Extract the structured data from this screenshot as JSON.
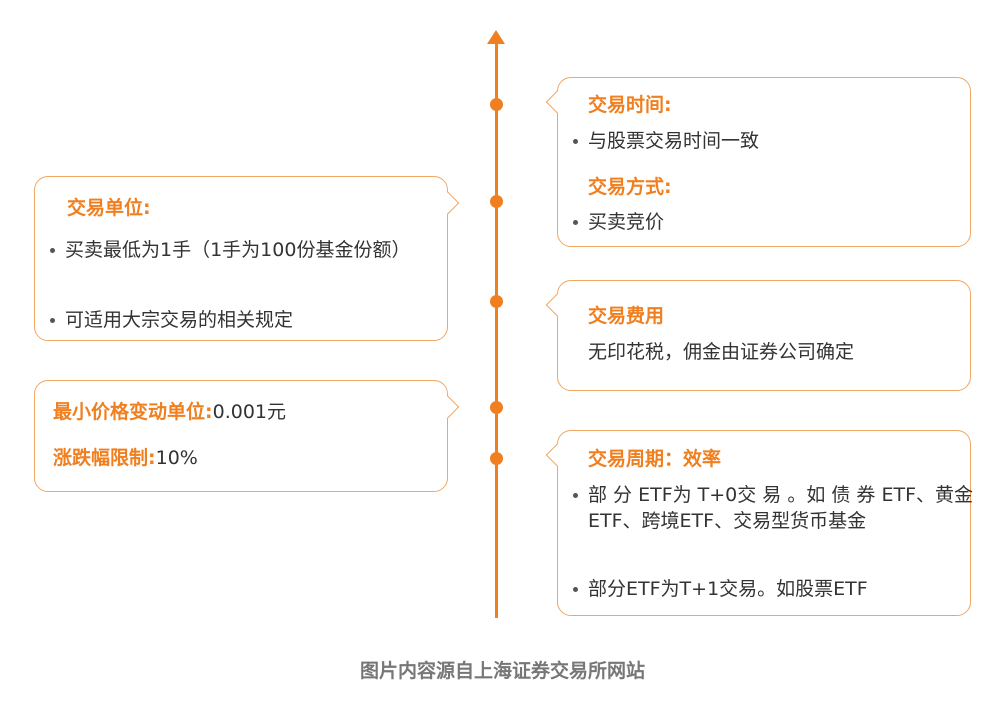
{
  "right_cards": {
    "time_heading": "交易时间:",
    "time_bullet": "与股票交易时间一致",
    "mode_heading": "交易方式:",
    "mode_bullet": "买卖竞价",
    "fee_heading": "交易费用",
    "fee_text": "无印花税，佣金由证券公司确定",
    "cycle_heading": "交易周期：效率",
    "cycle_bullet_1": "部 分 ETF为 T+0交 易 。如 债 券 ETF、黄金ETF、跨境ETF、交易型货币基金",
    "cycle_bullet_2": "部分ETF为T+1交易。如股票ETF"
  },
  "left_cards": {
    "unit_heading": "交易单位:",
    "unit_bullet_1": "买卖最低为1手（1手为100份基金份额）",
    "unit_bullet_2": "可适用大宗交易的相关规定",
    "tick_label": "最小价格变动单位:",
    "tick_value": "0.001元",
    "limit_label": "涨跌幅限制:",
    "limit_value": "10%"
  },
  "caption": "图片内容源自上海证券交易所网站",
  "colors": {
    "accent": "#f07f1f",
    "border": "#f1a764"
  }
}
